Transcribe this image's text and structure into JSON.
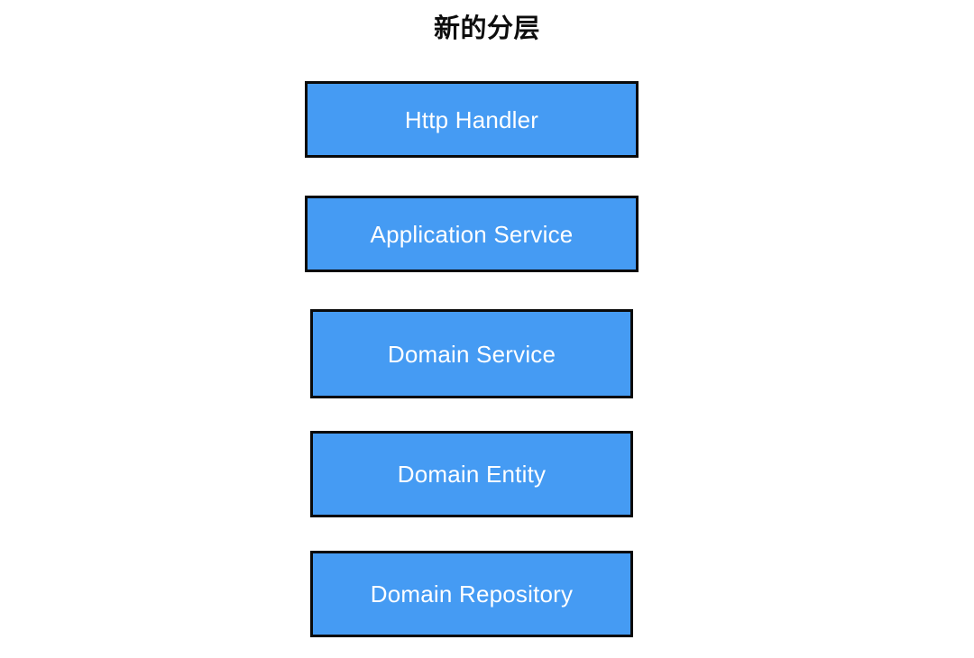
{
  "diagram": {
    "title": "新的分层",
    "type": "layered-architecture",
    "background_color": "#ffffff",
    "box_fill_color": "#459bf3",
    "box_border_color": "#0a0a0a",
    "box_text_color": "#ffffff",
    "title_color": "#0d0d0d",
    "layers": [
      {
        "label": "Http Handler"
      },
      {
        "label": "Application Service"
      },
      {
        "label": "Domain Service"
      },
      {
        "label": "Domain Entity"
      },
      {
        "label": "Domain Repository"
      }
    ]
  }
}
